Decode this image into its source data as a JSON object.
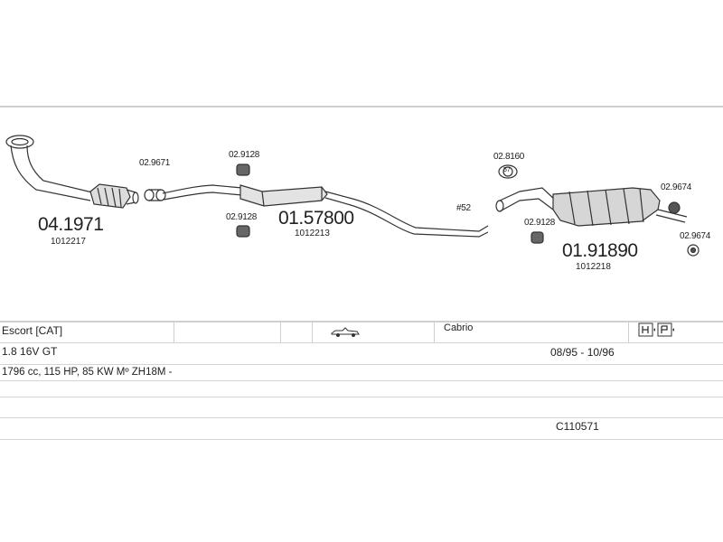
{
  "diagram": {
    "parts": [
      {
        "number": "04.1971",
        "ref": "1012217"
      },
      {
        "number": "01.57800",
        "ref": "1012213"
      },
      {
        "number": "01.91890",
        "ref": "1012218"
      }
    ],
    "clamp_left": "02.9671",
    "mount_top_center": "02.9128",
    "mount_bottom_center": "02.9128",
    "clamp_right": "02.8160",
    "clamp_right_badge": "57",
    "mount_right": "02.9128",
    "mount_right_top": "02.9674",
    "mount_right_bottom": "02.9674",
    "pipe_label": "#52"
  },
  "info": {
    "model": "Escort  [CAT]",
    "body_type": "Cabrio",
    "engine": "1.8 16V GT",
    "dates": "08/95 - 10/96",
    "specs": "1796 cc, 115 HP, 85 KW Mº ZH18M -",
    "code": "C110571"
  }
}
